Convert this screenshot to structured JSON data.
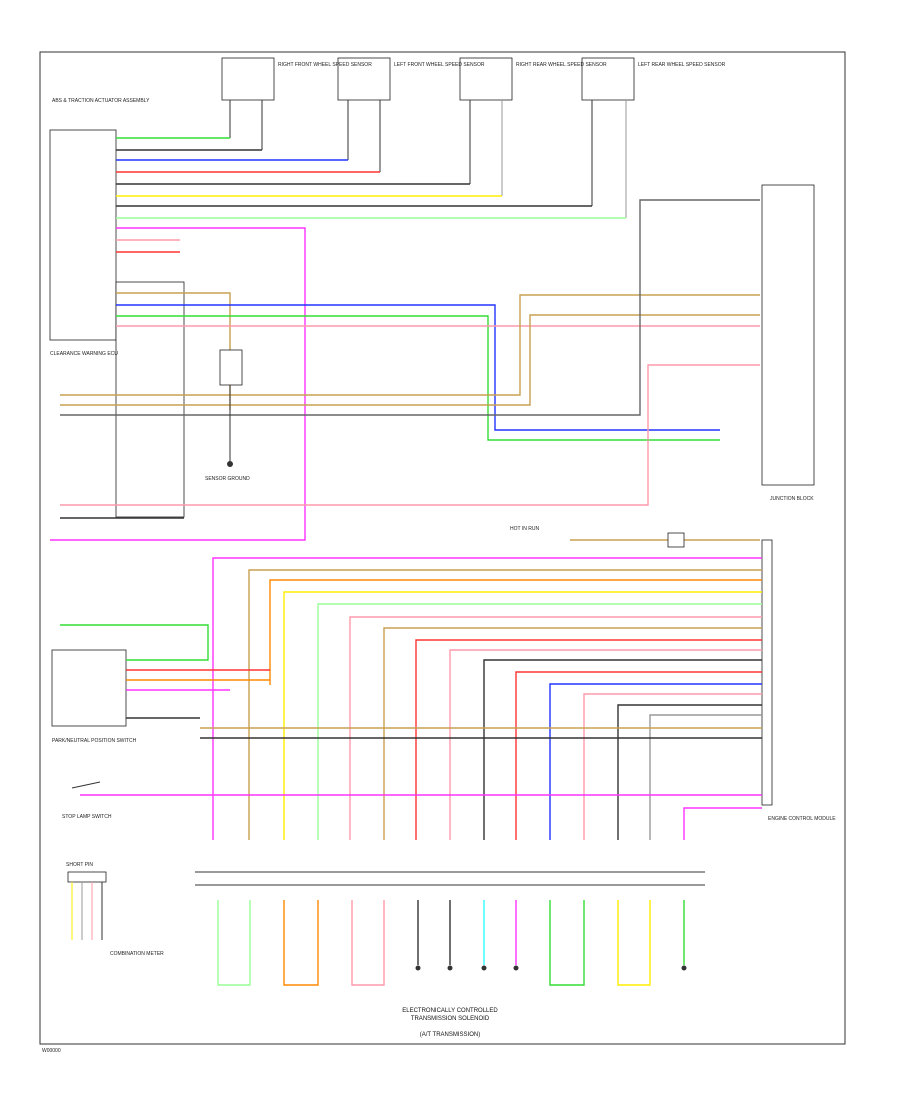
{
  "title_block": {
    "line1": "ELECTRONICALLY CONTROLLED",
    "line2": "TRANSMISSION SOLENOID",
    "line3": "(A/T TRANSMISSION)"
  },
  "components": {
    "right_front_sensor": "RIGHT FRONT WHEEL SPEED SENSOR",
    "left_front_sensor": "LEFT FRONT WHEEL SPEED SENSOR",
    "right_rear_sensor": "RIGHT REAR WHEEL SPEED SENSOR",
    "left_rear_sensor": "LEFT REAR WHEEL SPEED SENSOR",
    "abs_actuator": "ABS & TRACTION ACTUATOR ASSEMBLY",
    "clearance_sensor": "CLEARANCE WARNING ECU",
    "junction_block": "JUNCTION BLOCK",
    "engine_control": "ENGINE CONTROL MODULE",
    "pnp_switch": "PARK/NEUTRAL POSITION SWITCH",
    "stop_lamp_switch": "STOP LAMP SWITCH",
    "sensor_ground": "SENSOR GROUND",
    "short_pin": "SHORT PIN",
    "combination_meter": "COMBINATION METER",
    "hot_in_run": "HOT IN RUN"
  },
  "wire_colors": {
    "black": "#333333",
    "blue": "#2233ff",
    "green": "#33dd33",
    "red": "#ff3333",
    "pink": "#ff99aa",
    "violet": "#ff33ff",
    "tan": "#c8a050",
    "yellow": "#ffee00",
    "orange": "#ff8800",
    "light_green": "#99ff99",
    "gray": "#999999",
    "white": "#dddddd"
  },
  "footer": {
    "code": "W00000"
  }
}
